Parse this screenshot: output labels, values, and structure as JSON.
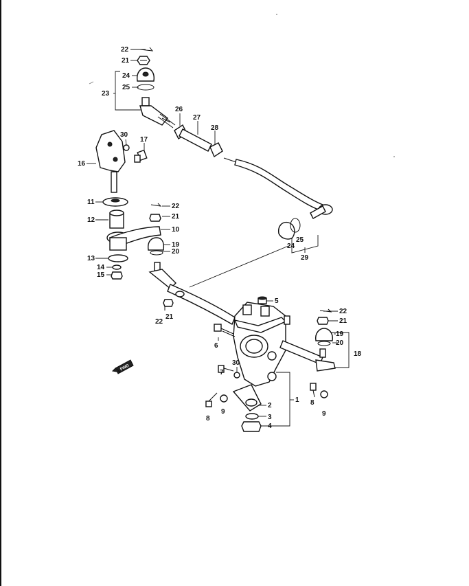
{
  "callouts": [
    {
      "id": "c22a",
      "text": "22"
    },
    {
      "id": "c21a",
      "text": "21"
    },
    {
      "id": "c24a",
      "text": "24"
    },
    {
      "id": "c25a",
      "text": "25"
    },
    {
      "id": "c23",
      "text": "23"
    },
    {
      "id": "c26",
      "text": "26"
    },
    {
      "id": "c27",
      "text": "27"
    },
    {
      "id": "c28",
      "text": "28"
    },
    {
      "id": "c30a",
      "text": "30"
    },
    {
      "id": "c17",
      "text": "17"
    },
    {
      "id": "c16",
      "text": "16"
    },
    {
      "id": "c11",
      "text": "11"
    },
    {
      "id": "c22b",
      "text": "22"
    },
    {
      "id": "c21b",
      "text": "21"
    },
    {
      "id": "c12",
      "text": "12"
    },
    {
      "id": "c10",
      "text": "10"
    },
    {
      "id": "c19a",
      "text": "19"
    },
    {
      "id": "c20a",
      "text": "20"
    },
    {
      "id": "c13",
      "text": "13"
    },
    {
      "id": "c14",
      "text": "14"
    },
    {
      "id": "c15",
      "text": "15"
    },
    {
      "id": "c24b",
      "text": "24"
    },
    {
      "id": "c25b",
      "text": "25"
    },
    {
      "id": "c29",
      "text": "29"
    },
    {
      "id": "c5",
      "text": "5"
    },
    {
      "id": "c22c",
      "text": "22"
    },
    {
      "id": "c21c",
      "text": "21"
    },
    {
      "id": "c22d",
      "text": "22"
    },
    {
      "id": "c21d",
      "text": "21"
    },
    {
      "id": "c19b",
      "text": "19"
    },
    {
      "id": "c20b",
      "text": "20"
    },
    {
      "id": "c18",
      "text": "18"
    },
    {
      "id": "c6",
      "text": "6"
    },
    {
      "id": "c7",
      "text": "7"
    },
    {
      "id": "c30b",
      "text": "30"
    },
    {
      "id": "c1",
      "text": "1"
    },
    {
      "id": "c2",
      "text": "2"
    },
    {
      "id": "c3",
      "text": "3"
    },
    {
      "id": "c4",
      "text": "4"
    },
    {
      "id": "c8a",
      "text": "8"
    },
    {
      "id": "c9a",
      "text": "9"
    },
    {
      "id": "c8b",
      "text": "8"
    },
    {
      "id": "c9b",
      "text": "9"
    }
  ],
  "fwd_marker": {
    "text": "FWD"
  }
}
